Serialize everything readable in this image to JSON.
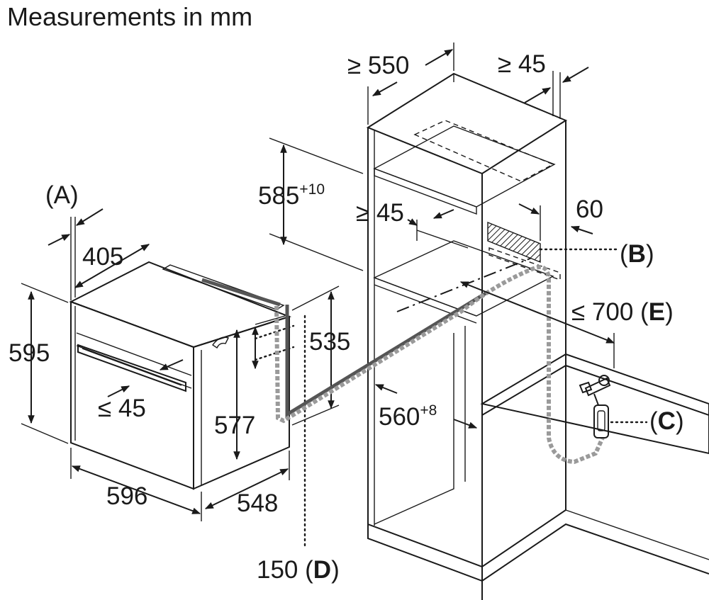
{
  "title": "Measurements in mm",
  "labels": {
    "A": "(A)",
    "B_open": "(",
    "B": "B",
    "B_close": ")",
    "C_open": "(",
    "C": "C",
    "C_close": ")",
    "D_value": "150 (",
    "D": "D",
    "D_close": ")",
    "E_value": "≤ 700 (",
    "E": "E",
    "E_close": ")"
  },
  "dimensions": {
    "oven_depth_front": "405",
    "oven_height": "595",
    "oven_width": "596",
    "oven_depth": "548",
    "handle_gap": "≤ 45",
    "inner_height": "577",
    "back_height": "535",
    "niche_height_base": "585",
    "niche_height_tol": "+10",
    "niche_width_base": "560",
    "niche_width_tol": "+8",
    "cabinet_depth": "≥ 550",
    "side_gap": "≥ 45",
    "shelf_gap": "≥ 45",
    "vent": "60"
  },
  "icons": [
    "water-tap-icon",
    "arrow-icon"
  ]
}
